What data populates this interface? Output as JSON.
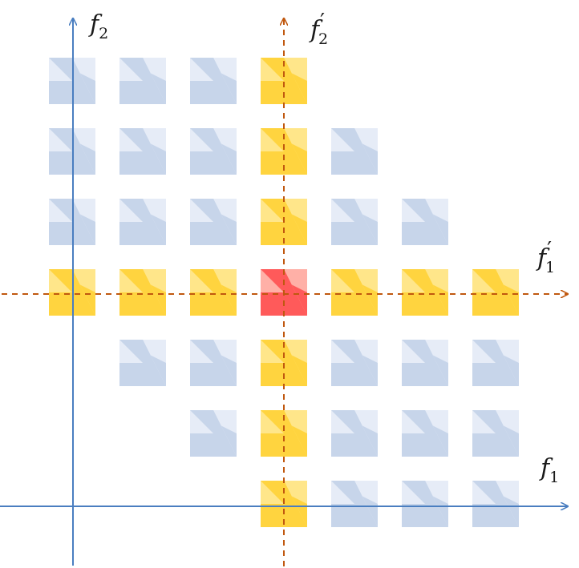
{
  "diagram": {
    "axes": {
      "f1": {
        "symbol": "f",
        "subscript": "1",
        "prime": ""
      },
      "f2": {
        "symbol": "f",
        "subscript": "2",
        "prime": ""
      },
      "f1_prime": {
        "symbol": "f",
        "subscript": "1",
        "prime": "′"
      },
      "f2_prime": {
        "symbol": "f",
        "subscript": "2",
        "prime": "′"
      }
    },
    "colors": {
      "blue_axis": "#4a7ec0",
      "orange_axis": "#c0580f",
      "blue_light": "#e6ecf7",
      "blue_dark": "#c7d5ea",
      "yellow_light": "#ffe68a",
      "yellow_dark": "#ffd43f",
      "red_light": "#ffb0a7",
      "red_dark": "#ff5a5a"
    },
    "grid": {
      "rows": 7,
      "cols": 7,
      "cells": [
        [
          "blue",
          "blue",
          "blue",
          "yellow",
          "",
          "",
          ""
        ],
        [
          "blue",
          "blue",
          "blue",
          "yellow",
          "blue",
          "",
          ""
        ],
        [
          "blue",
          "blue",
          "blue",
          "yellow",
          "blue",
          "blue",
          ""
        ],
        [
          "yellow",
          "yellow",
          "yellow",
          "red",
          "yellow",
          "yellow",
          "yellow"
        ],
        [
          "",
          "blue",
          "blue",
          "yellow",
          "blue",
          "blue",
          "blue"
        ],
        [
          "",
          "",
          "blue",
          "yellow",
          "blue",
          "blue",
          "blue"
        ],
        [
          "",
          "",
          "",
          "yellow",
          "blue",
          "blue",
          "blue"
        ]
      ]
    }
  }
}
